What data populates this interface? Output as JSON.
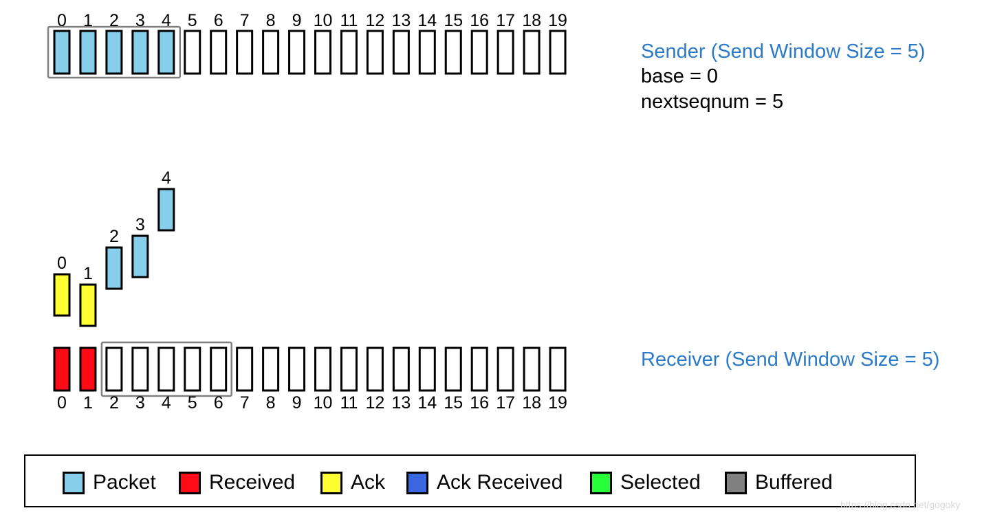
{
  "sender": {
    "title": "Sender (Send Window Size = 5)",
    "base_text": "base = 0",
    "nextseqnum_text": "nextseqnum = 5",
    "slots": [
      {
        "label": "0",
        "state": "packet"
      },
      {
        "label": "1",
        "state": "packet"
      },
      {
        "label": "2",
        "state": "packet"
      },
      {
        "label": "3",
        "state": "packet"
      },
      {
        "label": "4",
        "state": "packet"
      },
      {
        "label": "5",
        "state": "empty"
      },
      {
        "label": "6",
        "state": "empty"
      },
      {
        "label": "7",
        "state": "empty"
      },
      {
        "label": "8",
        "state": "empty"
      },
      {
        "label": "9",
        "state": "empty"
      },
      {
        "label": "10",
        "state": "empty"
      },
      {
        "label": "11",
        "state": "empty"
      },
      {
        "label": "12",
        "state": "empty"
      },
      {
        "label": "13",
        "state": "empty"
      },
      {
        "label": "14",
        "state": "empty"
      },
      {
        "label": "15",
        "state": "empty"
      },
      {
        "label": "16",
        "state": "empty"
      },
      {
        "label": "17",
        "state": "empty"
      },
      {
        "label": "18",
        "state": "empty"
      },
      {
        "label": "19",
        "state": "empty"
      }
    ],
    "window_start": 0,
    "window_size": 5
  },
  "in_flight": [
    {
      "label": "0",
      "state": "ack"
    },
    {
      "label": "1",
      "state": "ack"
    },
    {
      "label": "2",
      "state": "packet"
    },
    {
      "label": "3",
      "state": "packet"
    },
    {
      "label": "4",
      "state": "packet"
    }
  ],
  "receiver": {
    "title": "Receiver (Send Window Size = 5)",
    "slots": [
      {
        "label": "0",
        "state": "received"
      },
      {
        "label": "1",
        "state": "received"
      },
      {
        "label": "2",
        "state": "empty"
      },
      {
        "label": "3",
        "state": "empty"
      },
      {
        "label": "4",
        "state": "empty"
      },
      {
        "label": "5",
        "state": "empty"
      },
      {
        "label": "6",
        "state": "empty"
      },
      {
        "label": "7",
        "state": "empty"
      },
      {
        "label": "8",
        "state": "empty"
      },
      {
        "label": "9",
        "state": "empty"
      },
      {
        "label": "10",
        "state": "empty"
      },
      {
        "label": "11",
        "state": "empty"
      },
      {
        "label": "12",
        "state": "empty"
      },
      {
        "label": "13",
        "state": "empty"
      },
      {
        "label": "14",
        "state": "empty"
      },
      {
        "label": "15",
        "state": "empty"
      },
      {
        "label": "16",
        "state": "empty"
      },
      {
        "label": "17",
        "state": "empty"
      },
      {
        "label": "18",
        "state": "empty"
      },
      {
        "label": "19",
        "state": "empty"
      }
    ],
    "window_start": 2,
    "window_size": 5
  },
  "legend": [
    {
      "label": "Packet",
      "color": "#87ceeb"
    },
    {
      "label": "Received",
      "color": "#ff0a17"
    },
    {
      "label": "Ack",
      "color": "#ffff33"
    },
    {
      "label": "Ack Received",
      "color": "#3a66e0"
    },
    {
      "label": "Selected",
      "color": "#27ff3a"
    },
    {
      "label": "Buffered",
      "color": "#808080"
    }
  ],
  "colors": {
    "packet": "#87ceeb",
    "received": "#ff0a17",
    "ack": "#ffff33",
    "ack_received": "#3a66e0",
    "selected": "#27ff3a",
    "buffered": "#808080",
    "empty": "#ffffff",
    "title_blue": "#2b7bc9",
    "window_border": "#808080"
  },
  "watermark": "https://blog.csdn.net/gogoky"
}
